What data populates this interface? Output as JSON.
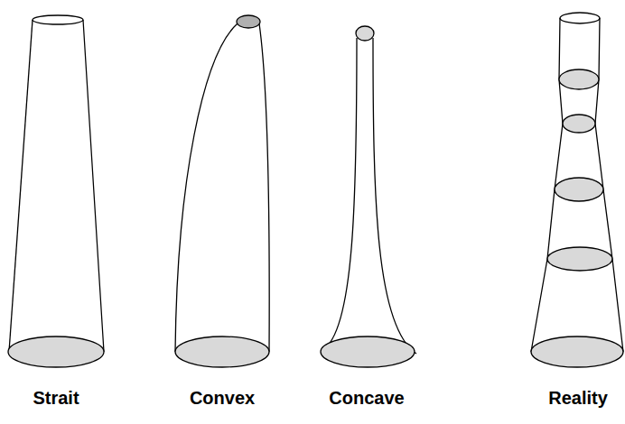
{
  "diagram": {
    "labels": [
      "Strait",
      "Convex",
      "Concave",
      "Reality"
    ]
  }
}
